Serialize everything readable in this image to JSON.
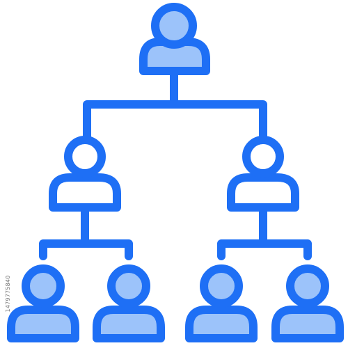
{
  "diagram": {
    "type": "organization-hierarchy-icon",
    "levels": [
      {
        "level": 1,
        "people": [
          "top"
        ],
        "style": "filled"
      },
      {
        "level": 2,
        "people": [
          "left",
          "right"
        ],
        "style": "outlined"
      },
      {
        "level": 3,
        "people": [
          "left-outer",
          "left-inner",
          "right-inner",
          "right-outer"
        ],
        "style": "filled"
      }
    ]
  },
  "colors": {
    "stroke": "#1e6ff5",
    "fill": "#9cc3fa",
    "hollow": "#ffffff"
  },
  "watermark": {
    "stock_id": "1479775840"
  }
}
